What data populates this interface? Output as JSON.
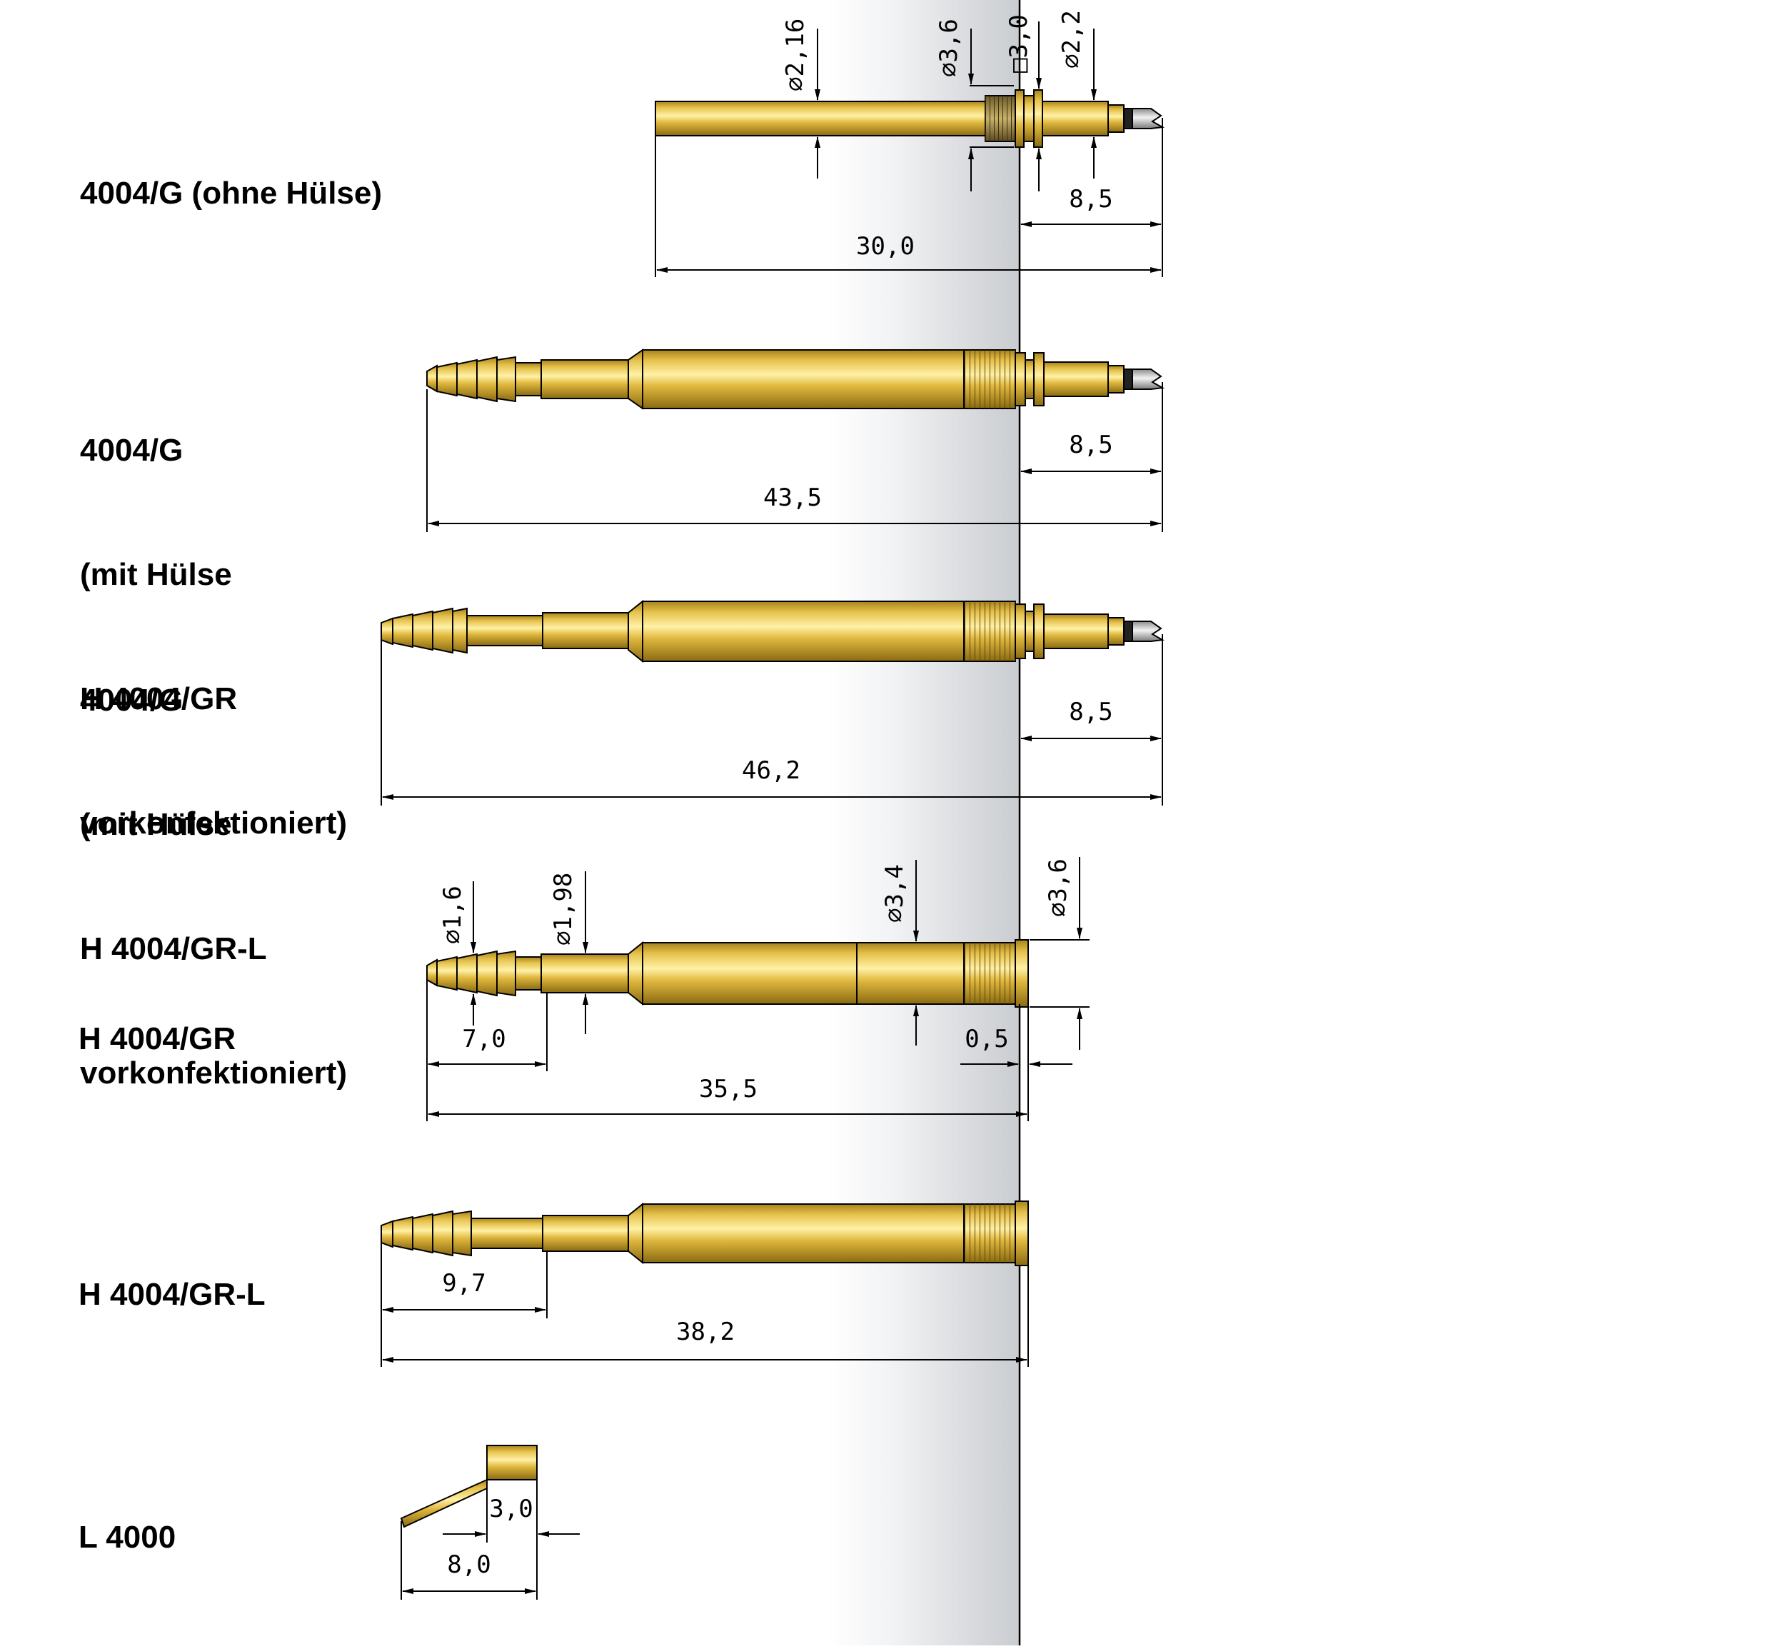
{
  "colors": {
    "brass": "#d7b13a",
    "brass_dark": "#8a6a12",
    "panel_shade": "#c9ccd0",
    "line": "#000000"
  },
  "parts": [
    {
      "id": "p1",
      "label_lines": [
        "4004/G (ohne Hülse)"
      ],
      "dims": {
        "total": "30,0",
        "tip": "8,5",
        "d_shaft": "∅2,16",
        "d_collar": "∅3,6",
        "sq": "□3,0",
        "d_tip": "∅2,2"
      }
    },
    {
      "id": "p2",
      "label_lines": [
        "4004/G",
        "(mit Hülse",
        "H 4004/GR",
        "vorkonfektioniert)"
      ],
      "dims": {
        "total": "43,5",
        "tip": "8,5"
      }
    },
    {
      "id": "p3",
      "label_lines": [
        "4004/G",
        "(mit Hülse",
        "H 4004/GR-L",
        "vorkonfektioniert)"
      ],
      "dims": {
        "total": "46,2",
        "tip": "8,5"
      }
    },
    {
      "id": "p4",
      "label_lines": [
        "H 4004/GR"
      ],
      "dims": {
        "total": "35,5",
        "barb": "7,0",
        "lip": "0,5",
        "d_barb": "∅1,6",
        "d_neck": "∅1,98",
        "d_body": "∅3,4",
        "d_end": "∅3,6"
      }
    },
    {
      "id": "p5",
      "label_lines": [
        "H 4004/GR-L"
      ],
      "dims": {
        "total": "38,2",
        "barb": "9,7"
      }
    },
    {
      "id": "p6",
      "label_lines": [
        "L 4000"
      ],
      "dims": {
        "height": "3,0",
        "length": "8,0"
      }
    }
  ]
}
